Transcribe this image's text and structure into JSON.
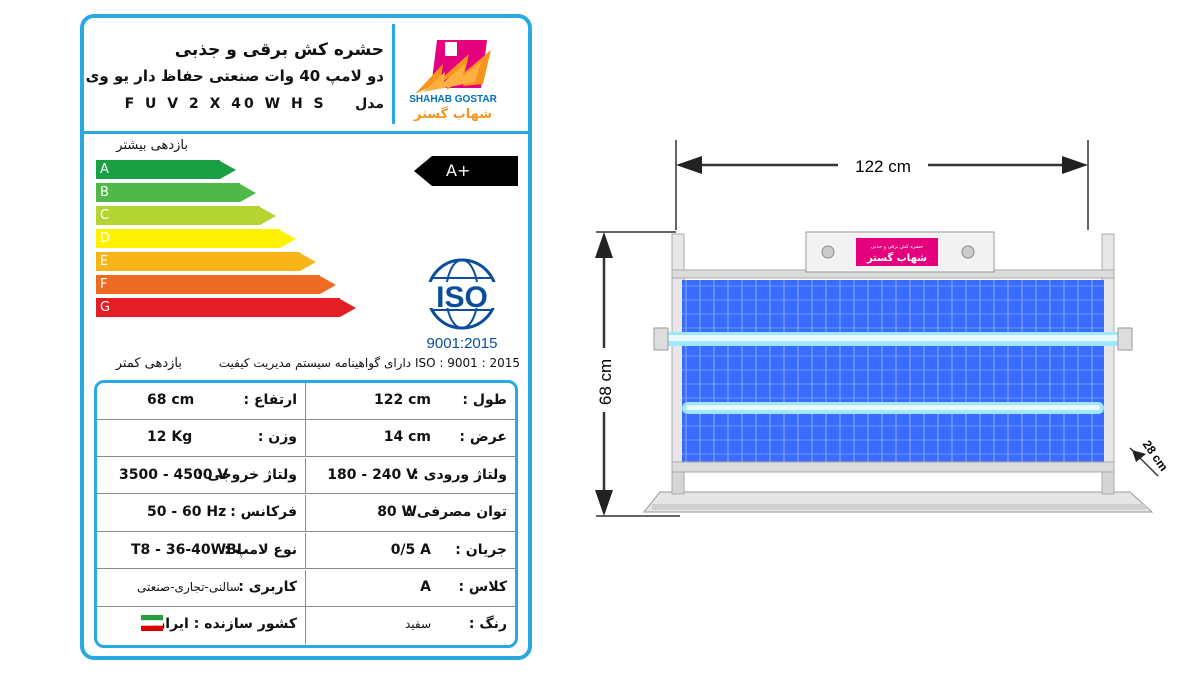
{
  "label": {
    "title": "حشره کش برقی و جذبی",
    "subtitle": "دو لامپ 40 وات صنعتی حفاظ دار یو وی",
    "model_label": "مدل",
    "model_code": "F U V 2 X 40 W H S",
    "brand_en": "SHAHAB GOSTAR",
    "brand_fa": "شهاب گستر",
    "efficiency_more": "بازدهی بیشتر",
    "efficiency_less": "بازدهی کمتر",
    "energy_classes": [
      "A",
      "B",
      "C",
      "D",
      "E",
      "F",
      "G"
    ],
    "energy_colors": [
      "#1a9f45",
      "#4fb848",
      "#b4d432",
      "#fff200",
      "#f8b418",
      "#ef6a22",
      "#e31e24"
    ],
    "rating": "A+",
    "iso_logo_text": "ISO",
    "iso_year": "9001:2015",
    "iso_note": "دارای گواهینامه سیستم مدیریت کیفیت ISO : 9001 : 2015",
    "specs": [
      {
        "right_label": "طول :",
        "right_value": "122 cm",
        "left_label": "ارتفاع :",
        "left_value": "68 cm"
      },
      {
        "right_label": "عرض :",
        "right_value": "14 cm",
        "left_label": "وزن :",
        "left_value": "12 Kg"
      },
      {
        "right_label": "ولتاژ ورودی :",
        "right_value": "180 - 240 V",
        "left_label": "ولتاژ خروجی :",
        "left_value": "3500 - 4500 V"
      },
      {
        "right_label": "توان مصرفی :",
        "right_value": "80 W",
        "left_label": "فرکانس :",
        "left_value": "50 - 60 Hz"
      },
      {
        "right_label": "جریان :",
        "right_value": "0/5 A",
        "left_label": "نوع لامپ :",
        "left_value": "T8 - 36-40WBL"
      },
      {
        "right_label": "کلاس :",
        "right_value": "A",
        "left_label": "کاربری :",
        "left_value": "سالنی-تجاری-صنعتی"
      },
      {
        "right_label": "رنگ :",
        "right_value": "سفید",
        "left_label": "کشور سازنده : ایران",
        "left_value": ""
      }
    ],
    "accent_color": "#29a9e1"
  },
  "product": {
    "width_dim": "122 cm",
    "height_dim": "68 cm",
    "depth_dim": "28 cm",
    "plate_line1": "حشره کش برقی و جذبی",
    "plate_brand": "شهاب گستر",
    "screen_color": "#3a6bff",
    "lamp_color": "#9fe6ff"
  }
}
